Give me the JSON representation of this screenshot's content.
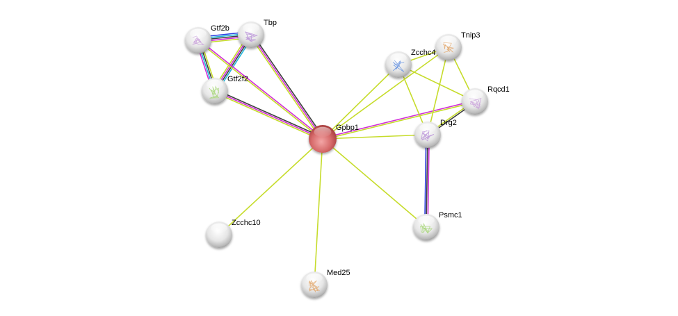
{
  "network": {
    "center_node": "Gpbp1",
    "nodes": [
      {
        "id": "Gpbp1",
        "label": "Gpbp1",
        "color": "#d9534f",
        "query": true,
        "structure": false
      },
      {
        "id": "Gtf2b",
        "label": "Gtf2b",
        "color": "#e8e8e8",
        "structure": true
      },
      {
        "id": "Tbp",
        "label": "Tbp",
        "color": "#e8e8e8",
        "structure": true
      },
      {
        "id": "Gtf2f2",
        "label": "Gtf2f2",
        "color": "#e8e8e8",
        "structure": true
      },
      {
        "id": "Zcchc4",
        "label": "Zcchc4",
        "color": "#e8e8e8",
        "structure": true
      },
      {
        "id": "Tnip3",
        "label": "Tnip3",
        "color": "#e8e8e8",
        "structure": true
      },
      {
        "id": "Rqcd1",
        "label": "Rqcd1",
        "color": "#e8e8e8",
        "structure": true
      },
      {
        "id": "Drg2",
        "label": "Drg2",
        "color": "#e8e8e8",
        "structure": true
      },
      {
        "id": "Psmc1",
        "label": "Psmc1",
        "color": "#e8e8e8",
        "structure": true
      },
      {
        "id": "Zcchc10",
        "label": "Zcchc10",
        "color": "#e8e8e8",
        "structure": false
      },
      {
        "id": "Med25",
        "label": "Med25",
        "color": "#e8e8e8",
        "structure": true
      }
    ],
    "edge_colors": {
      "textmining": "#c6dc2b",
      "experiments": "#d12fd6",
      "coexpression": "#3f3f3f",
      "database": "#22b7dc",
      "homology": "#2a3ee0"
    },
    "edges": [
      {
        "source": "Gtf2b",
        "target": "Tbp",
        "evidence": [
          "homology",
          "database",
          "coexpression",
          "experiments",
          "textmining"
        ]
      },
      {
        "source": "Gtf2b",
        "target": "Gtf2f2",
        "evidence": [
          "textmining",
          "coexpression",
          "database",
          "experiments"
        ]
      },
      {
        "source": "Tbp",
        "target": "Gtf2f2",
        "evidence": [
          "database",
          "coexpression",
          "experiments",
          "textmining"
        ]
      },
      {
        "source": "Gtf2b",
        "target": "Gpbp1",
        "evidence": [
          "experiments",
          "textmining"
        ]
      },
      {
        "source": "Tbp",
        "target": "Gpbp1",
        "evidence": [
          "coexpression",
          "experiments",
          "textmining"
        ]
      },
      {
        "source": "Gtf2f2",
        "target": "Gpbp1",
        "evidence": [
          "coexpression",
          "experiments",
          "textmining"
        ]
      },
      {
        "source": "Gpbp1",
        "target": "Zcchc4",
        "evidence": [
          "textmining"
        ]
      },
      {
        "source": "Gpbp1",
        "target": "Tnip3",
        "evidence": [
          "textmining"
        ]
      },
      {
        "source": "Gpbp1",
        "target": "Rqcd1",
        "evidence": [
          "experiments",
          "textmining"
        ]
      },
      {
        "source": "Gpbp1",
        "target": "Drg2",
        "evidence": [
          "textmining"
        ]
      },
      {
        "source": "Gpbp1",
        "target": "Psmc1",
        "evidence": [
          "textmining"
        ]
      },
      {
        "source": "Gpbp1",
        "target": "Zcchc10",
        "evidence": [
          "textmining"
        ]
      },
      {
        "source": "Gpbp1",
        "target": "Med25",
        "evidence": [
          "textmining"
        ]
      },
      {
        "source": "Zcchc4",
        "target": "Tnip3",
        "evidence": [
          "textmining"
        ]
      },
      {
        "source": "Zcchc4",
        "target": "Rqcd1",
        "evidence": [
          "textmining"
        ]
      },
      {
        "source": "Zcchc4",
        "target": "Drg2",
        "evidence": [
          "textmining"
        ]
      },
      {
        "source": "Tnip3",
        "target": "Rqcd1",
        "evidence": [
          "textmining"
        ]
      },
      {
        "source": "Tnip3",
        "target": "Drg2",
        "evidence": [
          "textmining"
        ]
      },
      {
        "source": "Rqcd1",
        "target": "Drg2",
        "evidence": [
          "coexpression",
          "textmining"
        ]
      },
      {
        "source": "Drg2",
        "target": "Psmc1",
        "evidence": [
          "experiments",
          "coexpression",
          "homology"
        ]
      }
    ]
  }
}
